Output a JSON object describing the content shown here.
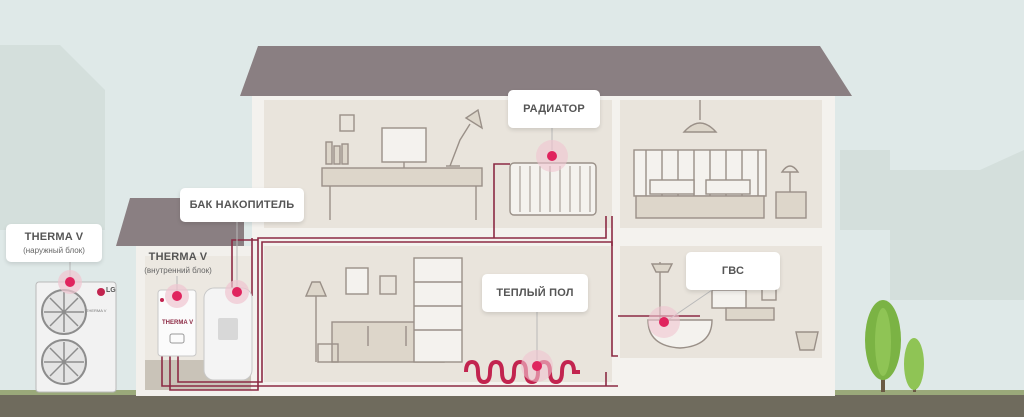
{
  "labels": {
    "outdoor": {
      "title": "THERMA V",
      "subtitle": "(наружный блок)"
    },
    "indoor": {
      "title": "THERMA V",
      "subtitle": "(внутренний блок)"
    },
    "tank": {
      "title": "БАК НАКОПИТЕЛЬ"
    },
    "radiator": {
      "title": "РАДИАТОР"
    },
    "floor": {
      "title": "ТЕПЛЫЙ ПОЛ"
    },
    "dhw": {
      "title": "ГВС"
    }
  },
  "device_text": {
    "brand": "LG",
    "indoor_logo": "THERMA V",
    "outdoor_logo": "THERMA V"
  },
  "colors": {
    "sky": "#dfe9e8",
    "roof": "#8a7f82",
    "wall": "#e9e4dc",
    "room": "#dcd6cb",
    "pipe": "#8c2a44",
    "marker": "#e0245e",
    "ground": "#6f6b5d",
    "tree": "#7bb344"
  }
}
